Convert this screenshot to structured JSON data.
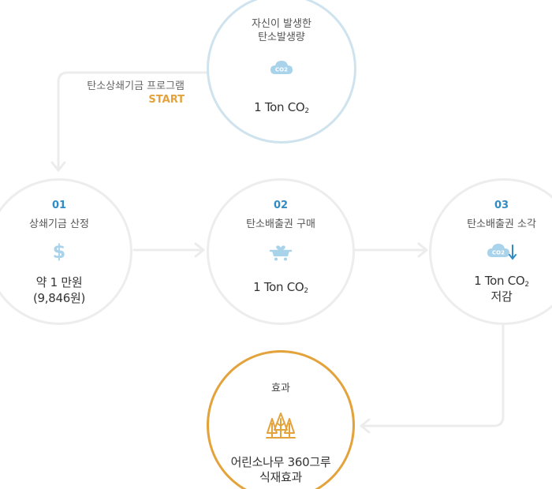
{
  "program": {
    "title": "탄소상쇄기금 프로그램",
    "start_label": "START"
  },
  "source": {
    "line1": "자신이 발생한",
    "line2": "탄소발생량",
    "value": "1 Ton CO",
    "sub": "2",
    "icon_text": "CO2"
  },
  "steps": [
    {
      "num": "01",
      "label": "상쇄기금 산정",
      "value_line1": "약 1 만원",
      "value_line2": "(9,846원)"
    },
    {
      "num": "02",
      "label": "탄소배출권 구매",
      "value": "1 Ton CO",
      "sub": "2"
    },
    {
      "num": "03",
      "label": "탄소배출권 소각",
      "value": "1 Ton CO",
      "sub": "2",
      "value_line2": "저감",
      "icon_text": "CO2"
    }
  ],
  "effect": {
    "title": "효과",
    "line1": "어린소나무 360그루",
    "line2": "식재효과"
  },
  "colors": {
    "blue_accent": "#2f8cc4",
    "icon_blue": "#a9d3ea",
    "orange": "#e3a23a",
    "gray_border": "#ededed",
    "light_blue_border": "#cfe3ee"
  },
  "icons": [
    "co2-cloud-icon",
    "dollar-icon",
    "cart-heart-icon",
    "co2-cloud-down-icon",
    "pine-trees-icon"
  ]
}
